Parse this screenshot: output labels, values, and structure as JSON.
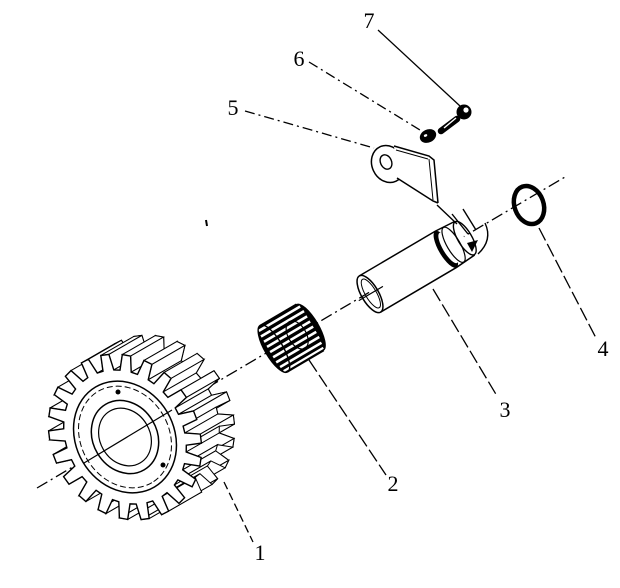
{
  "figure": {
    "kind": "exploded-parts-diagram",
    "background_color": "#ffffff",
    "ink_color": "#000000"
  },
  "callouts": [
    {
      "number": "1",
      "part": "gear"
    },
    {
      "number": "2",
      "part": "needle-bearing"
    },
    {
      "number": "3",
      "part": "shaft"
    },
    {
      "number": "4",
      "part": "o-ring"
    },
    {
      "number": "5",
      "part": "lever-plate"
    },
    {
      "number": "6",
      "part": "detent-ball"
    },
    {
      "number": "7",
      "part": "screw"
    }
  ]
}
